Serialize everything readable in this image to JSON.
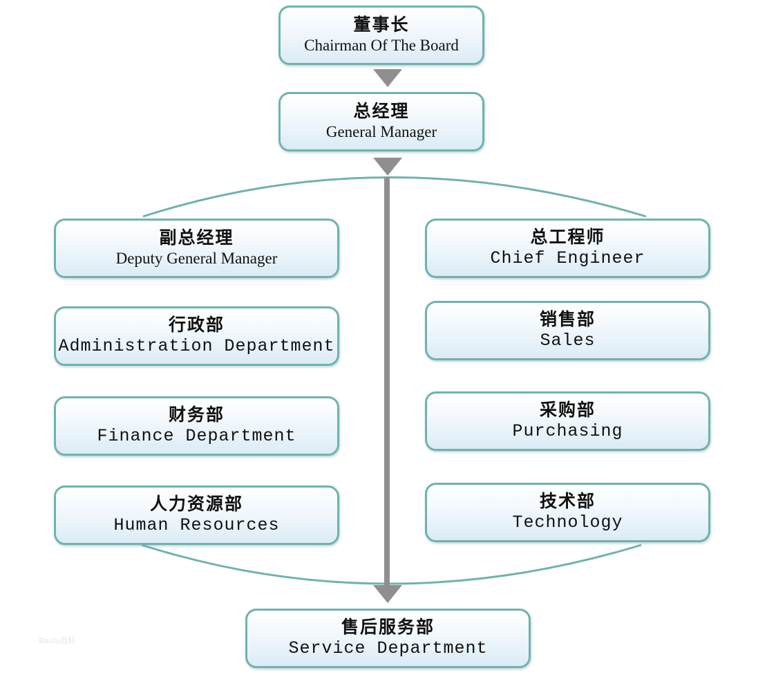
{
  "chart": {
    "top": {
      "chairman": {
        "zh": "董事长",
        "en": "Chairman Of The Board"
      },
      "general_manager": {
        "zh": "总经理",
        "en": "General Manager"
      }
    },
    "left": [
      {
        "zh": "副总经理",
        "en": "Deputy General Manager"
      },
      {
        "zh": "行政部",
        "en": "Administration Department"
      },
      {
        "zh": "财务部",
        "en": "Finance Department"
      },
      {
        "zh": "人力资源部",
        "en": "Human Resources"
      }
    ],
    "right": [
      {
        "zh": "总工程师",
        "en": "Chief Engineer"
      },
      {
        "zh": "销售部",
        "en": "Sales"
      },
      {
        "zh": "采购部",
        "en": "Purchasing"
      },
      {
        "zh": "技术部",
        "en": "Technology"
      }
    ],
    "bottom": {
      "zh": "售后服务部",
      "en": "Service Department"
    }
  },
  "colors": {
    "box_border": "#6fb3ad",
    "connector": "#8f8f8f",
    "bracket": "#6fb3ad"
  },
  "watermark": "Baidu百科"
}
